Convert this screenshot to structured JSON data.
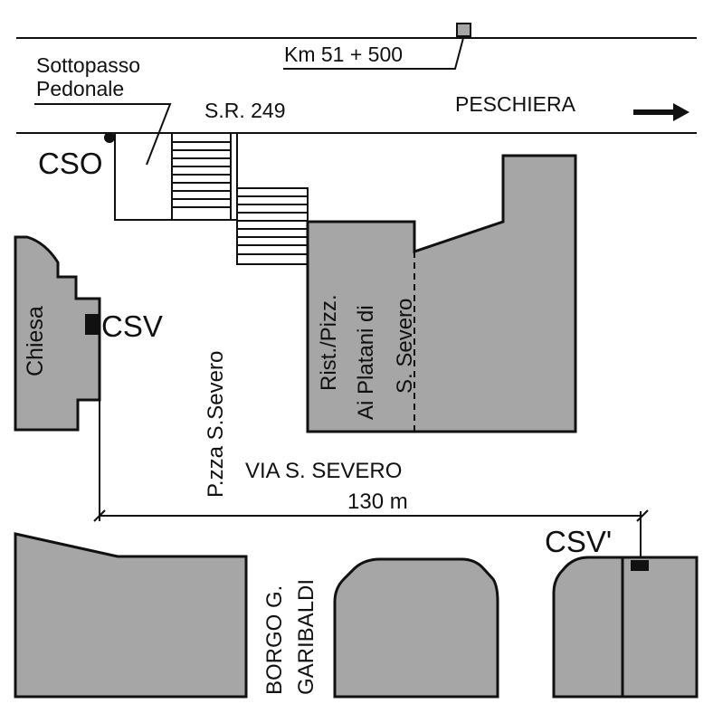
{
  "road": {
    "kilometer": "Km 51 + 500",
    "name": "S.R. 249",
    "destination": "PESCHIERA"
  },
  "underpass": {
    "line1": "Sottopasso",
    "line2": "Pedonale"
  },
  "stations": {
    "cso": "CSO",
    "csv": "CSV",
    "csv_prime": "CSV'"
  },
  "buildings": {
    "church": "Chiesa",
    "restaurant_line1": "Rist./Pizz.",
    "restaurant_line2": "Ai Platani di",
    "restaurant_line3": "S. Severo"
  },
  "streets": {
    "piazza": "P.zza S.Severo",
    "via": "VIA S. SEVERO",
    "borgo_line1": "BORGO G.",
    "borgo_line2": "GARIBALDI"
  },
  "measure": {
    "distance": "130 m"
  },
  "colors": {
    "building_fill": "#a6a6a6",
    "line": "#111111",
    "marker": "#111111"
  }
}
